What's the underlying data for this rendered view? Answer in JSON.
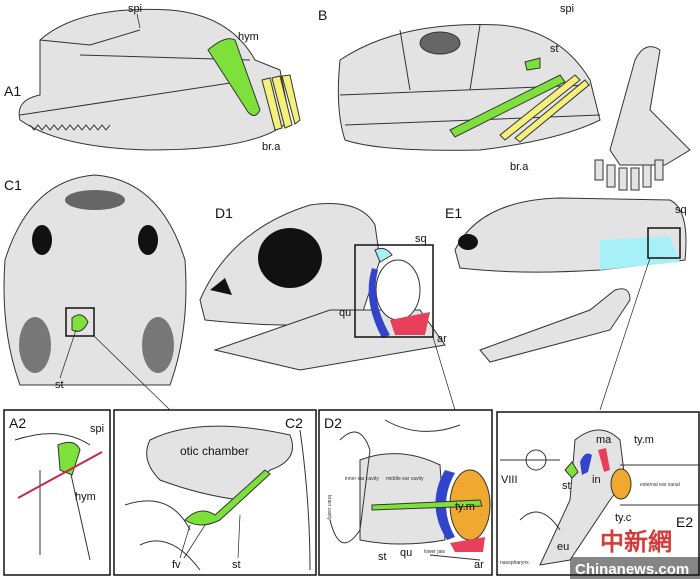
{
  "panels": {
    "a1": {
      "id": "A1",
      "labels": {
        "spi": "spi",
        "hym": "hym",
        "bra": "br.a"
      }
    },
    "b": {
      "id": "B",
      "labels": {
        "spi": "spi",
        "st": "st",
        "bra": "br.a"
      }
    },
    "c1": {
      "id": "C1",
      "labels": {
        "st": "st"
      }
    },
    "d1": {
      "id": "D1",
      "labels": {
        "sq": "sq",
        "qu": "qu",
        "ar": "ar"
      }
    },
    "e1": {
      "id": "E1",
      "labels": {
        "sq": "sq"
      }
    },
    "a2": {
      "id": "A2",
      "labels": {
        "spi": "spi",
        "hym": "hym"
      }
    },
    "c2": {
      "id": "C2",
      "labels": {
        "otic": "otic chamber",
        "fv": "fv",
        "st": "st"
      }
    },
    "d2": {
      "id": "D2",
      "labels": {
        "brain": "brain cavity",
        "inner": "inner ear cavity",
        "middle": "middle ear cavity",
        "tym": "ty.m",
        "st": "st",
        "qu": "qu",
        "jaw": "lower jaw",
        "ar": "ar"
      }
    },
    "e2": {
      "id": "E2",
      "labels": {
        "viii": "VIII",
        "st": "st",
        "in": "in",
        "ma": "ma",
        "tym": "ty.m",
        "canal": "external ear canal",
        "eu": "eu",
        "tyc": "ty.c",
        "naso": "nasopharynx"
      }
    }
  },
  "watermark": {
    "cn": "中新網",
    "en": "Chinanews.com"
  },
  "colors": {
    "green": "#7ee03a",
    "yellow": "#f5f07a",
    "blue": "#3344cc",
    "red": "#e8405a",
    "cyan": "#a8f0f8",
    "orange": "#f0a830",
    "bone": "#e3e3e3",
    "dark": "#666666"
  }
}
